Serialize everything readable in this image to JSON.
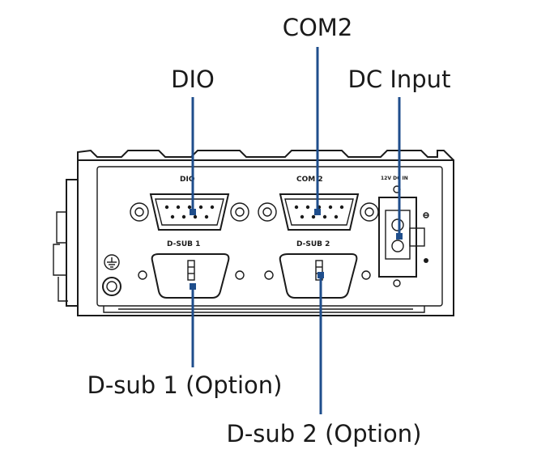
{
  "callouts": {
    "com2": "COM2",
    "dio": "DIO",
    "dc_input": "DC Input",
    "dsub1": "D-sub 1 (Option)",
    "dsub2": "D-sub 2 (Option)"
  },
  "panel_labels": {
    "dio": "DIO",
    "com2": "COM 2",
    "dsub1": "D-SUB 1",
    "dsub2": "D-SUB 2",
    "dc": "12V DC IN"
  },
  "colors": {
    "leader": "#1f4e8c",
    "outline": "#1a1a1a"
  }
}
